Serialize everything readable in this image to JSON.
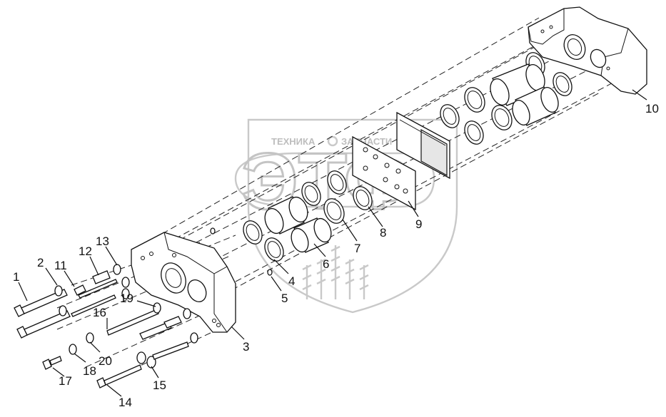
{
  "watermark": {
    "left_word": "ТЕХНИКА",
    "right_word": "ЗАПЧАСТИ",
    "logo": "ЭТФ"
  },
  "callouts": [
    "1",
    "2",
    "3",
    "4",
    "5",
    "6",
    "7",
    "8",
    "9",
    "10",
    "11",
    "12",
    "13",
    "14",
    "15",
    "16",
    "17",
    "18",
    "19",
    "20"
  ]
}
